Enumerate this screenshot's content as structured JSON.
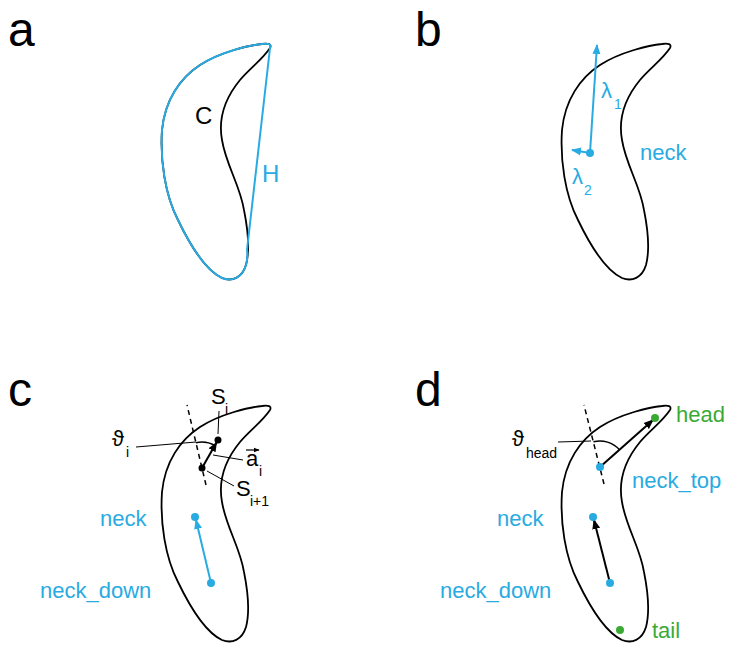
{
  "diagram": {
    "labels": [
      "a",
      "b",
      "C",
      "H",
      "λ",
      "1",
      "neck",
      "λ",
      "2",
      "c",
      "d",
      "S",
      "i",
      "ϑ",
      "i",
      "a",
      "i",
      "S",
      "i+1",
      "neck",
      "neck_down",
      "head",
      "ϑ",
      "head",
      "neck_top",
      "neck",
      "neck_down",
      "tail"
    ]
  }
}
